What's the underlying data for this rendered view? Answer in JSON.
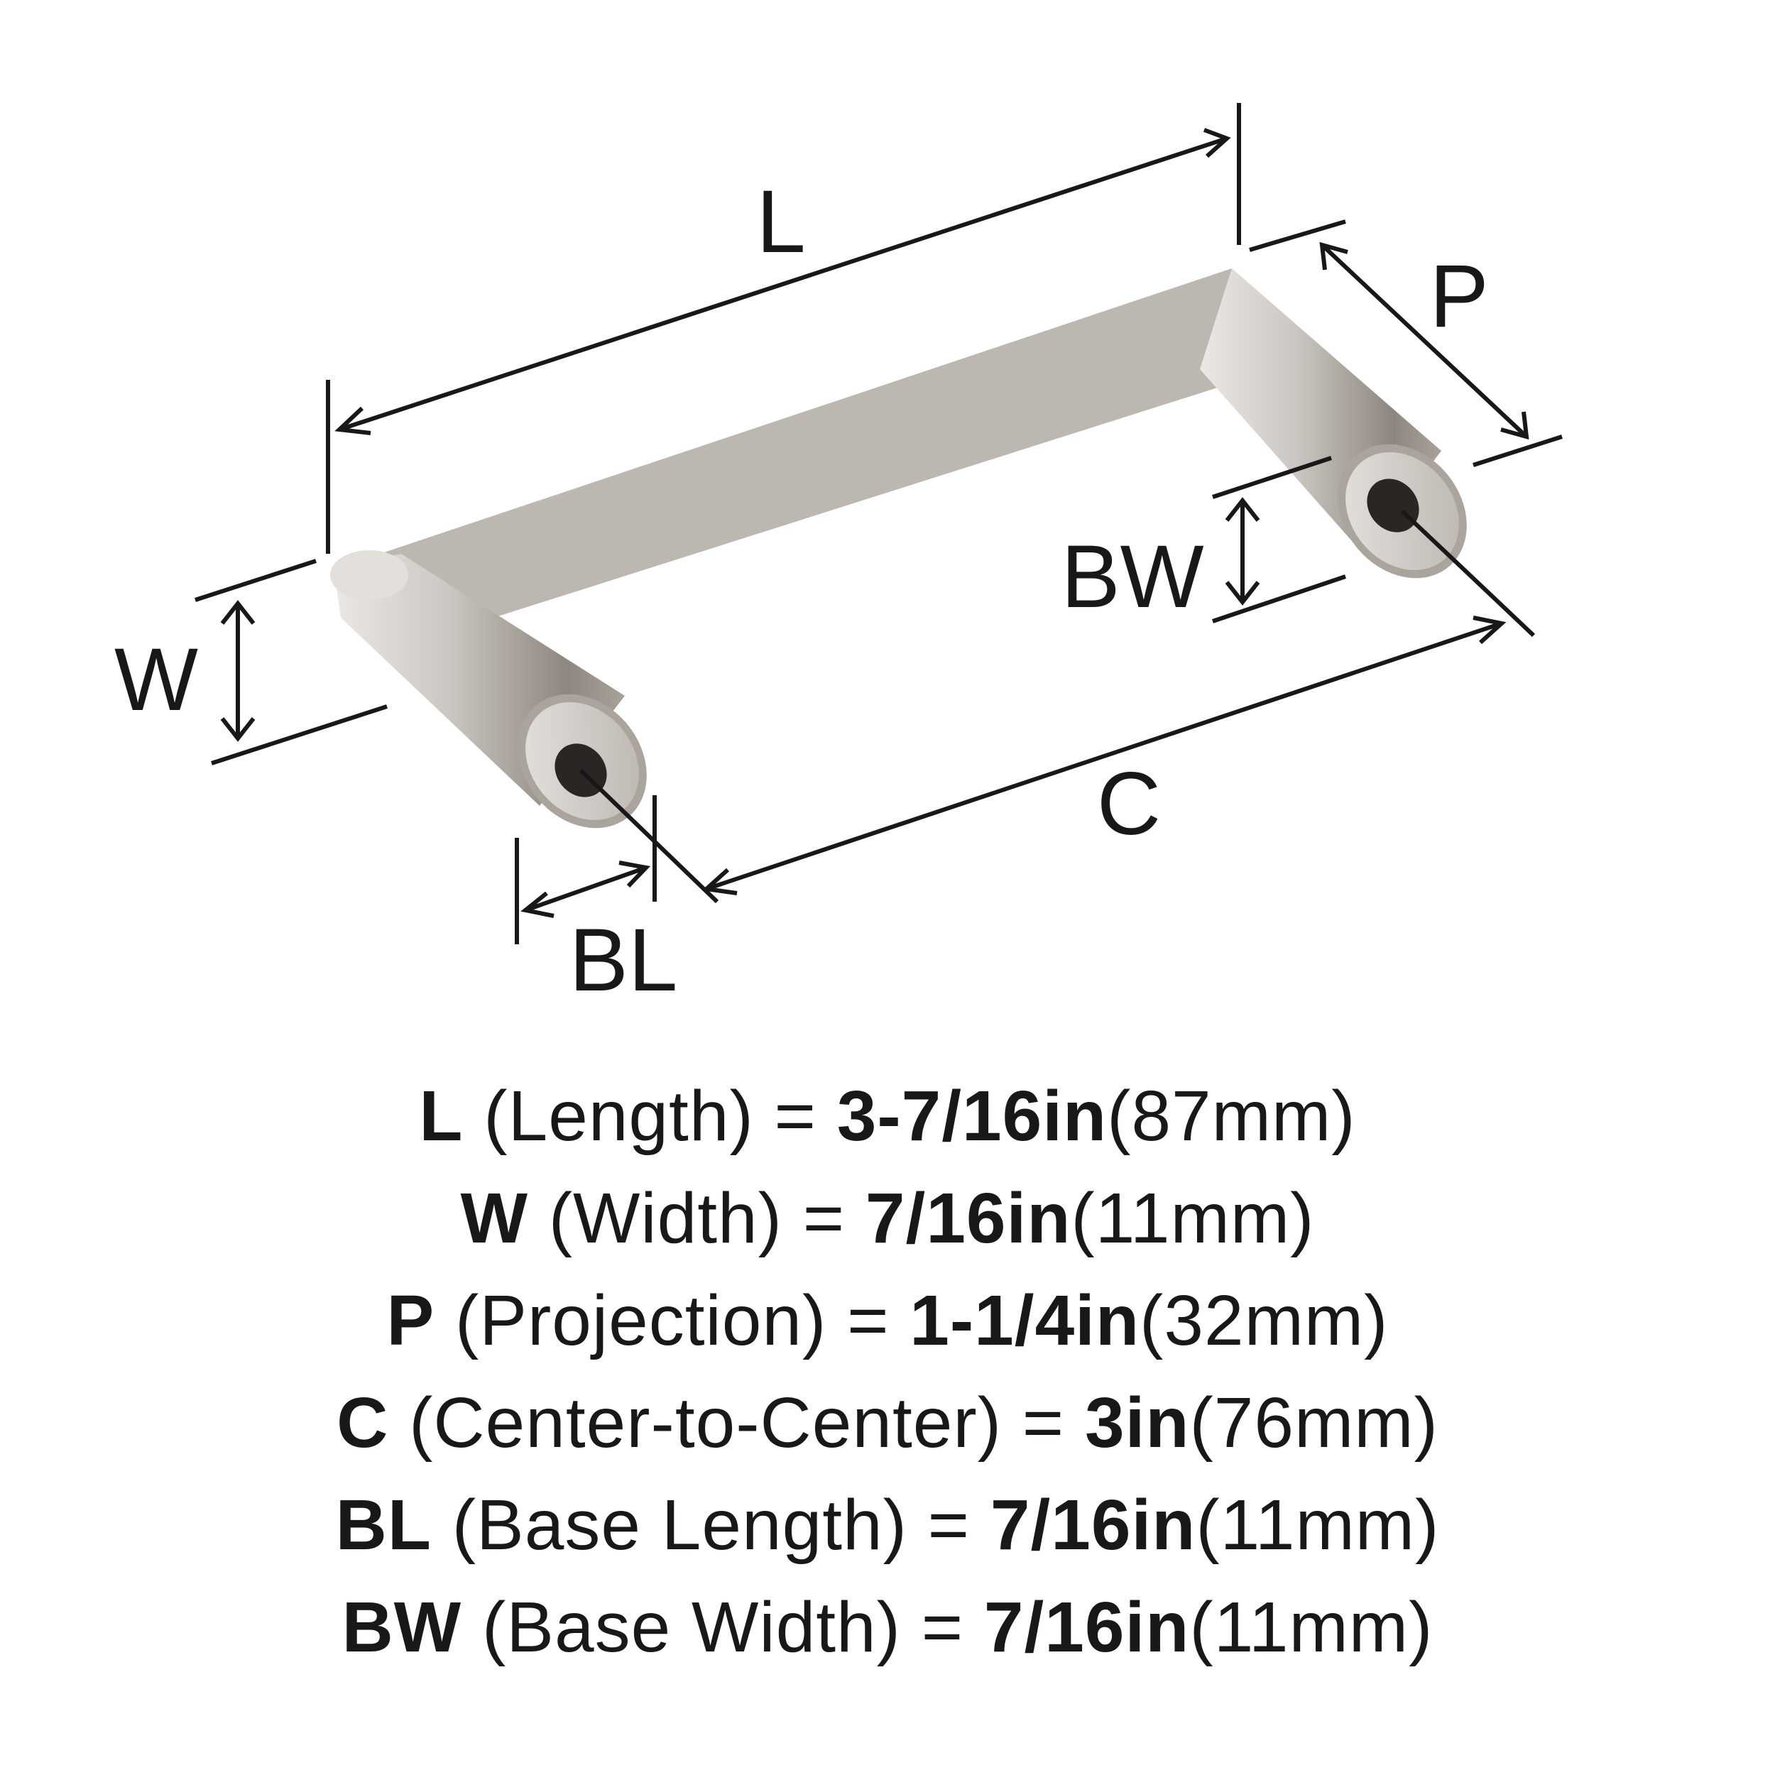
{
  "diagram": {
    "labels": {
      "L": "L",
      "P": "P",
      "W": "W",
      "BW": "BW",
      "C": "C",
      "BL": "BL"
    },
    "colors": {
      "line": "#1a1718",
      "metal": "#c3beb9",
      "metal_dark": "#8b847d",
      "metal_light": "#ece9e6",
      "hole": "#2a2624",
      "end_face": "#d8d3ce"
    }
  },
  "specs": [
    {
      "key": "L",
      "name": " (Length) = ",
      "value": "3-7/16in",
      "metric": "(87mm)"
    },
    {
      "key": "W",
      "name": " (Width) = ",
      "value": "7/16in",
      "metric": "(11mm)"
    },
    {
      "key": "P",
      "name": " (Projection) = ",
      "value": "1-1/4in",
      "metric": "(32mm)"
    },
    {
      "key": "C",
      "name": " (Center-to-Center) = ",
      "value": "3in",
      "metric": "(76mm)"
    },
    {
      "key": "BL",
      "name": " (Base Length) = ",
      "value": "7/16in",
      "metric": "(11mm)"
    },
    {
      "key": "BW",
      "name": " (Base Width) = ",
      "value": "7/16in",
      "metric": "(11mm)"
    }
  ]
}
